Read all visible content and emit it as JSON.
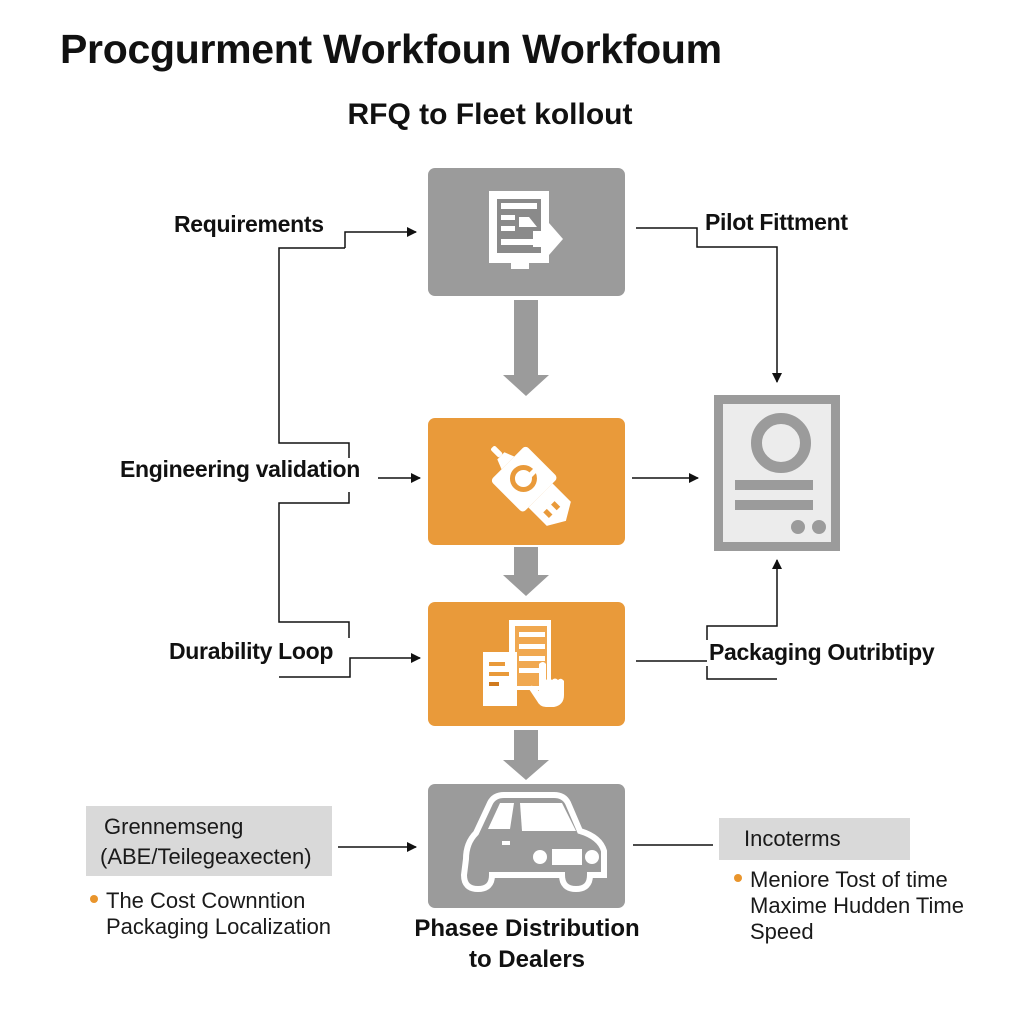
{
  "header": {
    "title": "Procgurment Workfoun Workfoum",
    "subtitle": "RFQ to Fleet kollout"
  },
  "colors": {
    "gray_box": "#9b9b9b",
    "orange_box": "#e99a3a",
    "tag_bg": "#d9d9d9",
    "bullet": "#e9952c",
    "line": "#111111"
  },
  "steps": [
    {
      "id": "rfq",
      "icon": "document-monitor-arrow-icon",
      "color": "gray"
    },
    {
      "id": "engineering",
      "icon": "usb-key-icon",
      "color": "orange"
    },
    {
      "id": "durability",
      "icon": "documents-hand-icon",
      "color": "orange"
    },
    {
      "id": "distribution",
      "icon": "car-icon",
      "color": "gray",
      "caption_line1": "Phasee Distribution",
      "caption_line2": "to Dealers"
    }
  ],
  "side_node": {
    "icon": "profile-card-icon"
  },
  "left_labels": {
    "requirements": "Requirements",
    "engineering_validation": "Engineering validation",
    "durability_loop": "Durability Loop"
  },
  "right_labels": {
    "pilot_fitment": "Pilot Fittment",
    "packaging": "Packaging Outribtipy"
  },
  "left_note": {
    "tag_line1": "Grennemseng",
    "tag_line2": "(ABE/Teilegeaxecten)",
    "bullet_line1": "The Cost Cownntion",
    "bullet_line2": "Packaging Localization"
  },
  "right_note": {
    "tag": "Incoterms",
    "bullet_line1": "Meniore Tost of time",
    "bullet_line2": "Maxime Hudden Time",
    "bullet_line3": "Speed"
  }
}
